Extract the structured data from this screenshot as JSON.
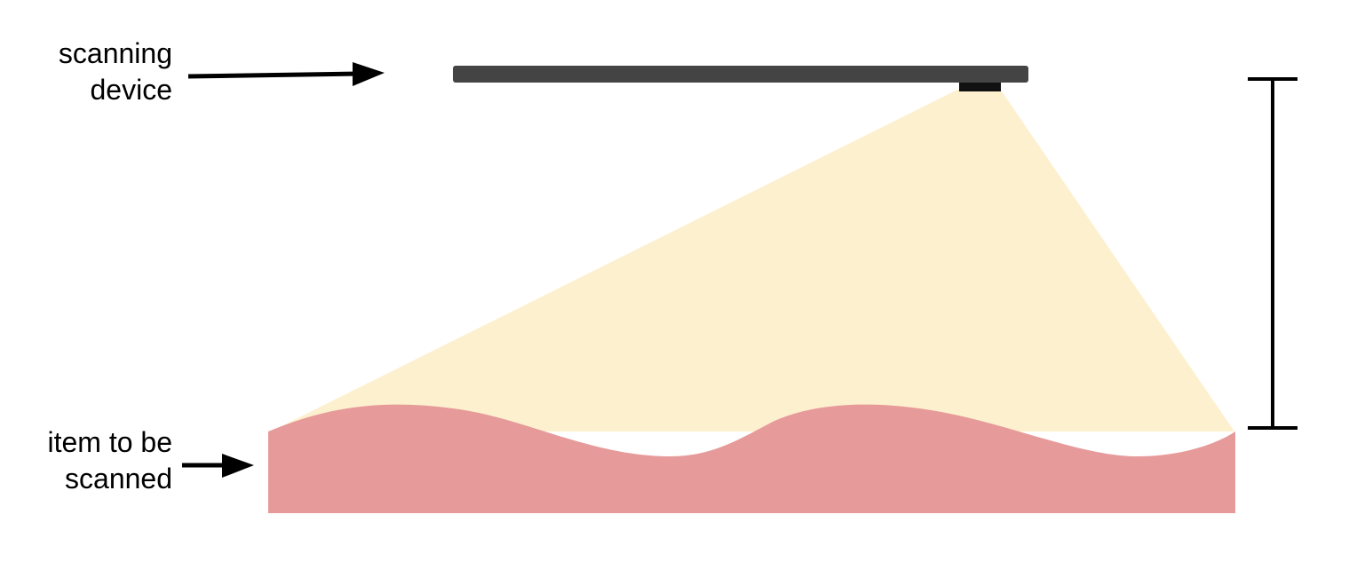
{
  "labels": {
    "scanning_device": [
      "scanning",
      "device"
    ],
    "item_to_be_scanned": [
      "item to be",
      "scanned"
    ]
  },
  "colors": {
    "device_body": "#444444",
    "device_sensor": "#111111",
    "scan_beam": "#fdf0cf",
    "scanned_item": "#e79a9a",
    "arrows": "#000000",
    "distance_marker": "#000000"
  }
}
